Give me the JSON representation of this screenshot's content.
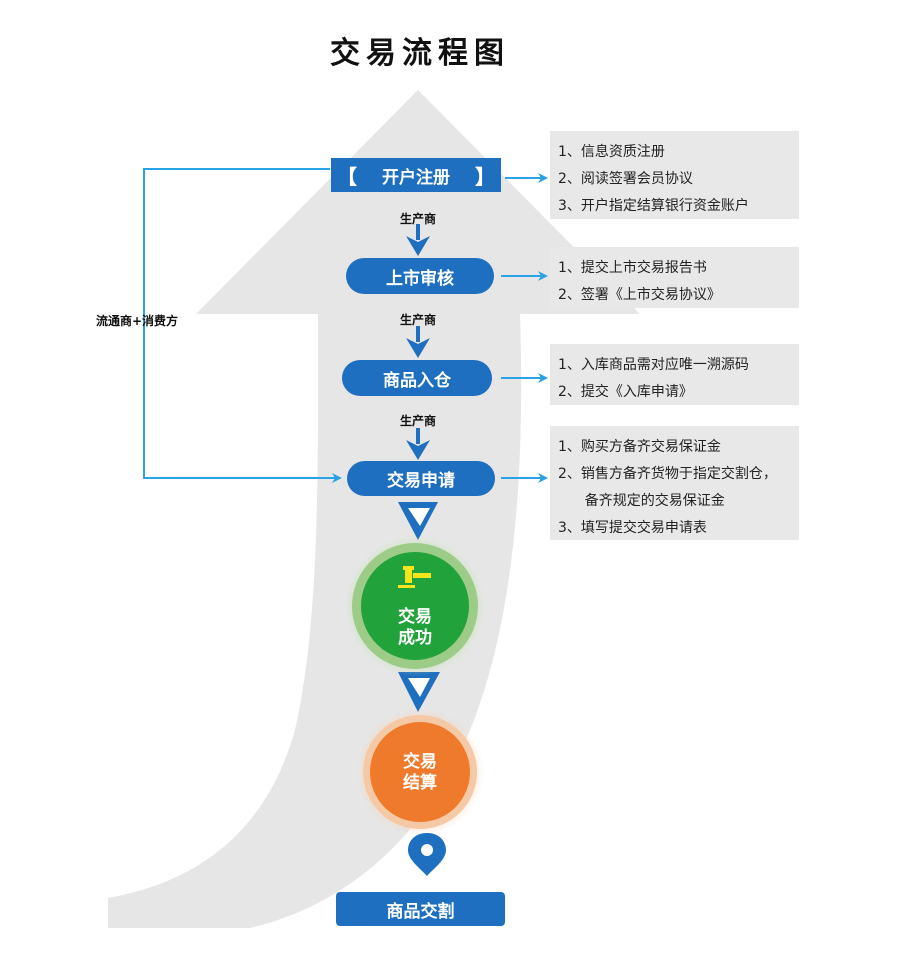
{
  "title": "交易流程图",
  "steps": {
    "open_account": "开户注册",
    "listing_review": "上市审核",
    "warehousing": "商品入仓",
    "trade_apply": "交易申请",
    "delivery": "商品交割"
  },
  "open_brackets": {
    "left": "【",
    "right": "】"
  },
  "edge_labels": {
    "producer_1": "生产商",
    "producer_2": "生产商",
    "producer_3": "生产商"
  },
  "side_label": "流通商+消费方",
  "success": {
    "line1": "交易",
    "line2": "成功"
  },
  "settlement": {
    "line1": "交易",
    "line2": "结算"
  },
  "notes": {
    "open_account": [
      "1、信息资质注册",
      "2、阅读签署会员协议",
      "3、开户指定结算银行资金账户"
    ],
    "listing_review": [
      "1、提交上市交易报告书",
      "2、签署《上市交易协议》"
    ],
    "warehousing": [
      "1、入库商品需对应唯一溯源码",
      "2、提交《入库申请》"
    ],
    "trade_apply": [
      "1、购买方备齐交易保证金",
      "2、销售方备齐货物于指定交割仓，",
      "      备齐规定的交易保证金",
      "3、填写提交交易申请表"
    ]
  },
  "icons": {
    "hammer": "gavel-icon",
    "pin": "location-pin-icon",
    "down_arrow": "arrow-down-icon",
    "chevron": "chevron-down-icon"
  },
  "colors": {
    "primary_blue": "#1e6fc0",
    "connector_blue": "#29a3e6",
    "success_green": "#22a23a",
    "success_ring": "#9ccc88",
    "settlement_orange": "#ef7a2c",
    "settlement_ring": "#f6c9a6",
    "note_bg": "#e8e8e8",
    "big_arrow_bg": "#e6e6e6"
  }
}
